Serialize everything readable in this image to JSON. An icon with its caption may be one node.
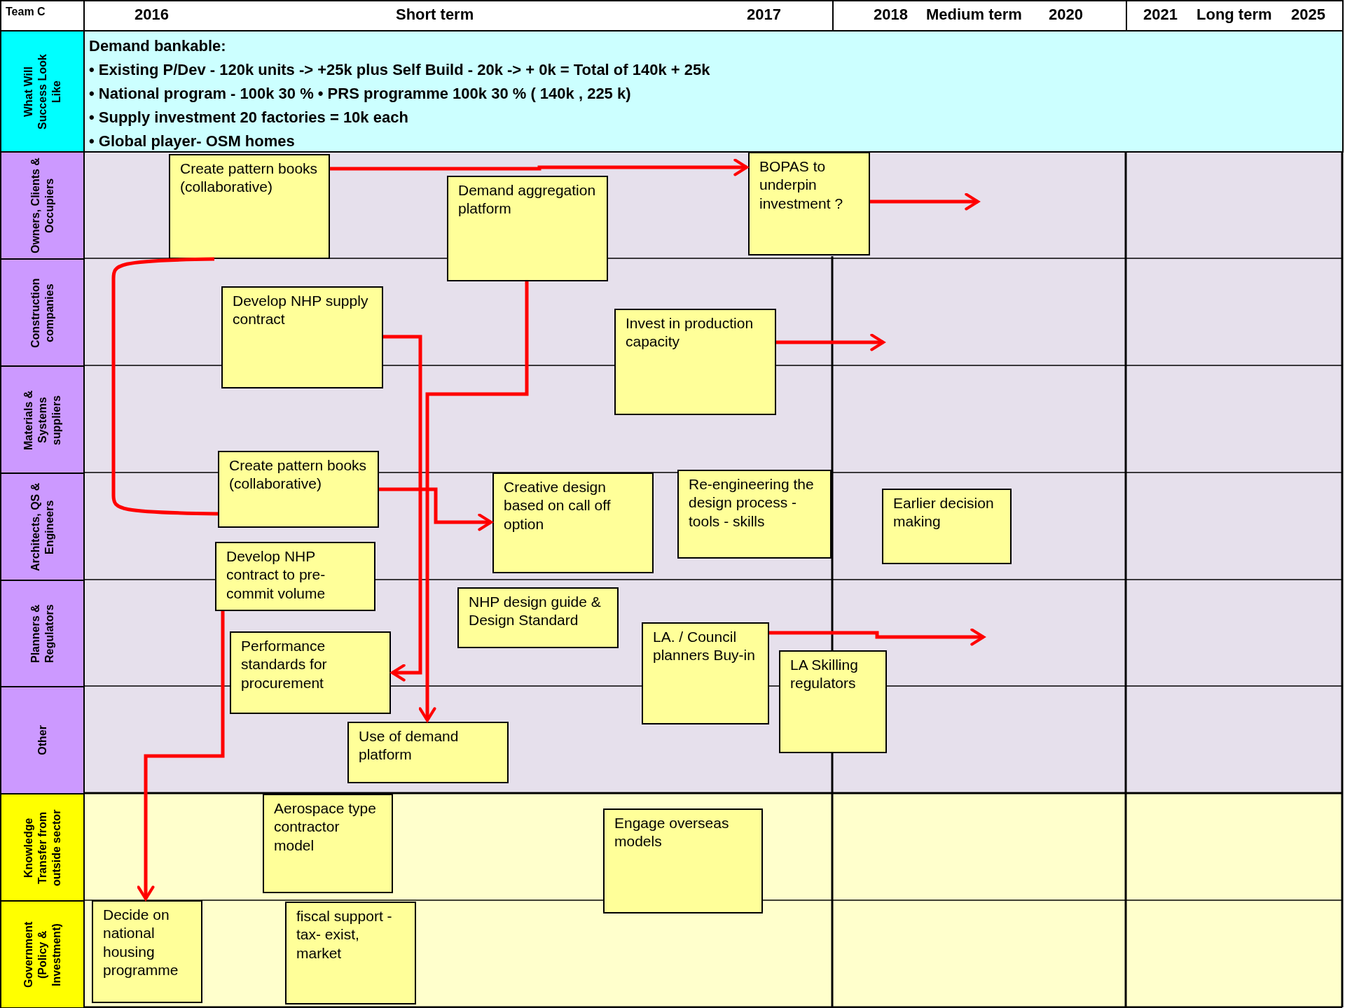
{
  "diagram": {
    "nodes": [
      {
        "text": [
          "What Will Success Look Like"
        ]
      },
      {
        "text": [
          "Demand bankable:",
          "• Existing  P/Dev - 120k units -> +25k  plus Self Build - 20k -> + 0k = Total of 140k + 25k",
          "• National program - 100k  30 % • PRS programme  100k 30 % ( 140k , 225 k)",
          "• Supply investment 20 factories = 10k each",
          "• Global player- OSM homes"
        ]
      },
      {
        "text": [
          "Owners, Clients & Occupiers"
        ]
      },
      {
        "text": [
          "Construction companies"
        ]
      },
      {
        "text": [
          "Materials & Systems suppliers"
        ]
      },
      {
        "text": [
          "Architects, QS & Engineers"
        ]
      },
      {
        "text": [
          "Planners & Regulators"
        ]
      },
      {
        "text": [
          "Other"
        ]
      },
      {
        "text": [
          "Knowledge Transfer from outside sector"
        ]
      },
      {
        "text": [
          "Government (Policy & Investment)"
        ]
      },
      {
        "text": [
          "Create pattern books (collaborative)"
        ]
      },
      {
        "text": [
          "Demand aggregation platform"
        ]
      },
      {
        "text": [
          "BOPAS to underpin investment ?"
        ]
      },
      {
        "text": [
          "Develop NHP supply contract"
        ]
      },
      {
        "text": [
          "Invest in production capacity"
        ]
      },
      {
        "text": [
          "Create pattern books (collaborative)"
        ]
      },
      {
        "text": [
          "Creative design based on call off option"
        ]
      },
      {
        "text": [
          "Re-engineering the design process - tools - skills"
        ]
      },
      {
        "text": [
          "Earlier decision making"
        ]
      },
      {
        "text": [
          "Develop NHP contract to pre-commit volume"
        ]
      },
      {
        "text": [
          "NHP design guide & Design Standard"
        ]
      },
      {
        "text": [
          "Performance standards for procurement"
        ]
      },
      {
        "text": [
          "LA. / Council planners Buy-in"
        ]
      },
      {
        "text": [
          "LA Skilling regulators"
        ]
      },
      {
        "text": [
          "Use of demand platform"
        ]
      },
      {
        "text": [
          "Aerospace type contractor model"
        ]
      },
      {
        "text": [
          "Engage overseas models"
        ]
      },
      {
        "text": [
          "Decide on national housing programme"
        ]
      },
      {
        "text": [
          "fiscal support - tax- exist, market"
        ]
      }
    ],
    "edges": [
      {
        "from": 10,
        "to": 12,
        "arrow": "to"
      },
      {
        "from": 12,
        "to": null,
        "arrow": "to"
      },
      {
        "from": 10,
        "to": 15,
        "arrow": "none"
      },
      {
        "from": 13,
        "to": 21,
        "arrow": "to"
      },
      {
        "from": 11,
        "to": 24,
        "arrow": "to"
      },
      {
        "from": 15,
        "to": 16,
        "arrow": "to"
      },
      {
        "from": 14,
        "to": null,
        "arrow": "to"
      },
      {
        "from": 19,
        "to": 27,
        "arrow": "to"
      },
      {
        "from": 22,
        "to": null,
        "arrow": "to"
      }
    ],
    "labels": [
      "Team C",
      "2016",
      "Short term",
      "2017",
      "2018",
      "Medium term",
      "2020",
      "2021",
      "Long term",
      "2025"
    ]
  }
}
